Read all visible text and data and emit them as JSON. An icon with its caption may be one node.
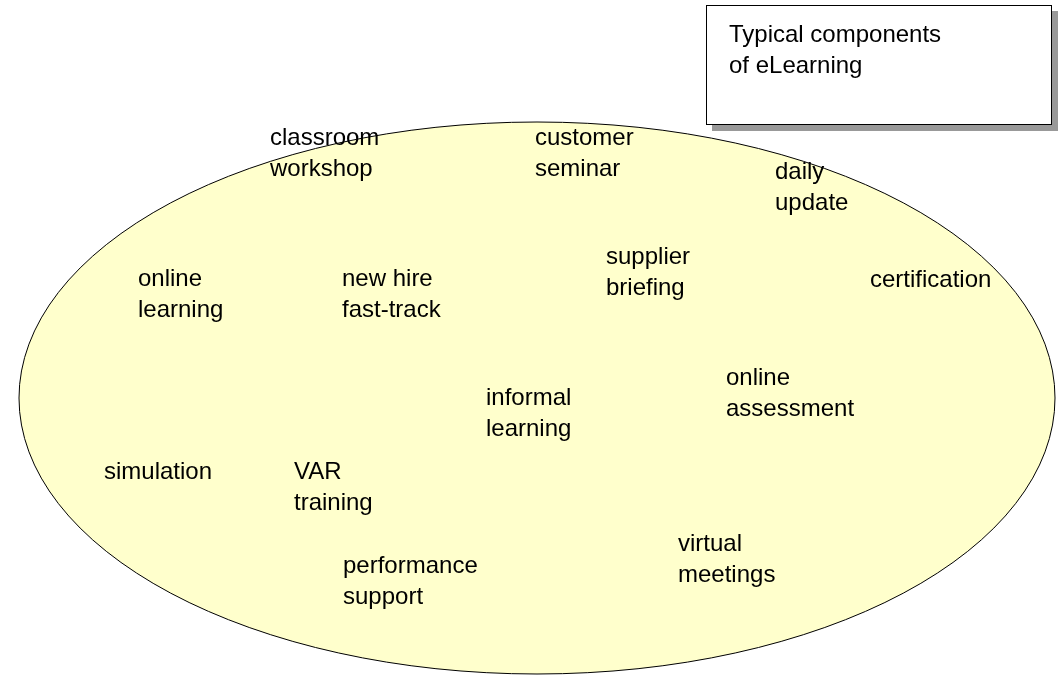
{
  "diagram": {
    "nodes": [
      {
        "text": [
          "Typical components of eLearning"
        ]
      },
      {
        "text": [
          "classroom workshop",
          "customer seminar",
          "daily update",
          "online learning",
          "new hire fast-track",
          "supplier briefing",
          "certification",
          "online assessment",
          "informal learning",
          "simulation",
          "VAR training",
          "virtual meetings",
          "performance support"
        ]
      }
    ]
  }
}
